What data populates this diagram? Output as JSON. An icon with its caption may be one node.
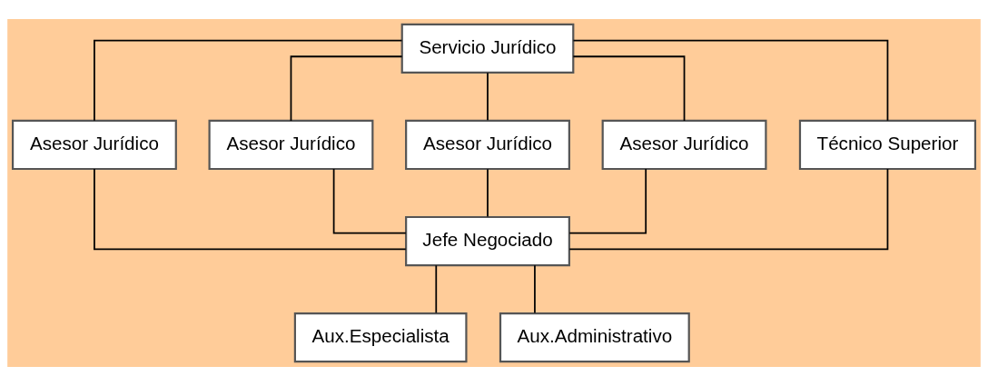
{
  "diagram": {
    "nodes": [
      {
        "text": [
          "Servicio Jurídico"
        ]
      },
      {
        "text": [
          "Asesor Jurídico"
        ]
      },
      {
        "text": [
          "Asesor Jurídico"
        ]
      },
      {
        "text": [
          "Asesor Jurídico"
        ]
      },
      {
        "text": [
          "Asesor Jurídico"
        ]
      },
      {
        "text": [
          "Técnico Superior"
        ]
      },
      {
        "text": [
          "Jefe Negociado"
        ]
      },
      {
        "text": [
          "Aux.Especialista"
        ]
      },
      {
        "text": [
          "Aux.Administrativo"
        ]
      }
    ],
    "edges": [
      {
        "from": 0,
        "to": 1,
        "arrow": "none"
      },
      {
        "from": 0,
        "to": 2,
        "arrow": "none"
      },
      {
        "from": 0,
        "to": 3,
        "arrow": "none"
      },
      {
        "from": 0,
        "to": 4,
        "arrow": "none"
      },
      {
        "from": 0,
        "to": 5,
        "arrow": "none"
      },
      {
        "from": 1,
        "to": 6,
        "arrow": "none"
      },
      {
        "from": 2,
        "to": 6,
        "arrow": "none"
      },
      {
        "from": 3,
        "to": 6,
        "arrow": "none"
      },
      {
        "from": 4,
        "to": 6,
        "arrow": "none"
      },
      {
        "from": 5,
        "to": 6,
        "arrow": "none"
      },
      {
        "from": 6,
        "to": 7,
        "arrow": "none"
      },
      {
        "from": 6,
        "to": 8,
        "arrow": "none"
      }
    ]
  }
}
